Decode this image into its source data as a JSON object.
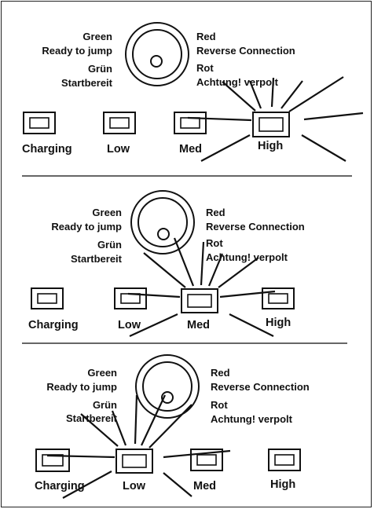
{
  "panels": [
    {
      "state": "high",
      "status_left": {
        "line1": "Green",
        "line2": "Ready to jump",
        "line3": "Grün",
        "line4": "Startbereit"
      },
      "status_right": {
        "line1": "Red",
        "line2": "Reverse Connection",
        "line3": "Rot",
        "line4": "Achtung! verpolt"
      },
      "indicators": [
        "Charging",
        "Low",
        "Med",
        "High"
      ]
    },
    {
      "state": "med",
      "status_left": {
        "line1": "Green",
        "line2": "Ready to jump",
        "line3": "Grün",
        "line4": "Startbereit"
      },
      "status_right": {
        "line1": "Red",
        "line2": "Reverse Connection",
        "line3": "Rot",
        "line4": "Achtung! verpolt"
      },
      "indicators": [
        "Charging",
        "Low",
        "Med",
        "High"
      ]
    },
    {
      "state": "low",
      "status_left": {
        "line1": "Green",
        "line2": "Ready to jump",
        "line3": "Grün",
        "line4": "Startbereit"
      },
      "status_right": {
        "line1": "Red",
        "line2": "Reverse Connection",
        "line3": "Rot",
        "line4": "Achtung! verpolt"
      },
      "indicators": [
        "Charging",
        "Low",
        "Med",
        "High"
      ]
    }
  ]
}
